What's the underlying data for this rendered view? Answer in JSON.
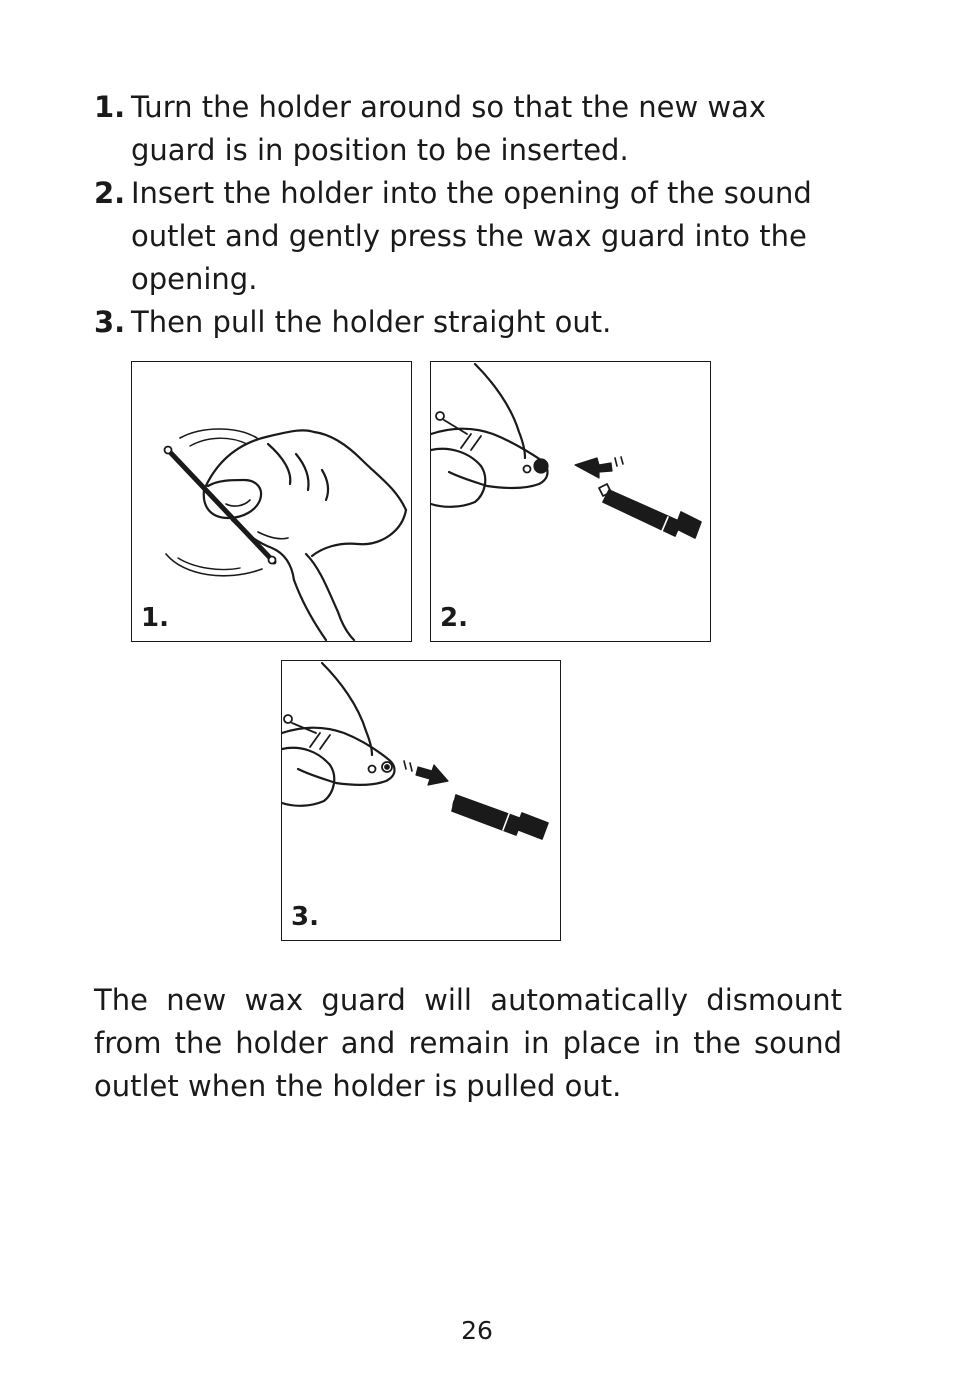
{
  "steps": [
    {
      "number": "1.",
      "text": "Turn the holder around so that the new wax guard is in position to be inserted."
    },
    {
      "number": "2.",
      "text": "Insert the holder into the opening of the sound outlet and gently press the wax guard into the opening."
    },
    {
      "number": "3.",
      "text": "Then pull the holder straight out."
    }
  ],
  "figures": [
    {
      "label": "1.",
      "illustration": "hand-rotating-holder-illustration"
    },
    {
      "label": "2.",
      "illustration": "inserting-wax-guard-illustration"
    },
    {
      "label": "3.",
      "illustration": "pulling-holder-out-illustration"
    }
  ],
  "note": "The new wax guard will automatically dismount from the holder and remain in place in the sound outlet when the holder is pulled out.",
  "page_number": "26",
  "colors": {
    "ink": "#1a1a1a",
    "background": "#ffffff"
  }
}
